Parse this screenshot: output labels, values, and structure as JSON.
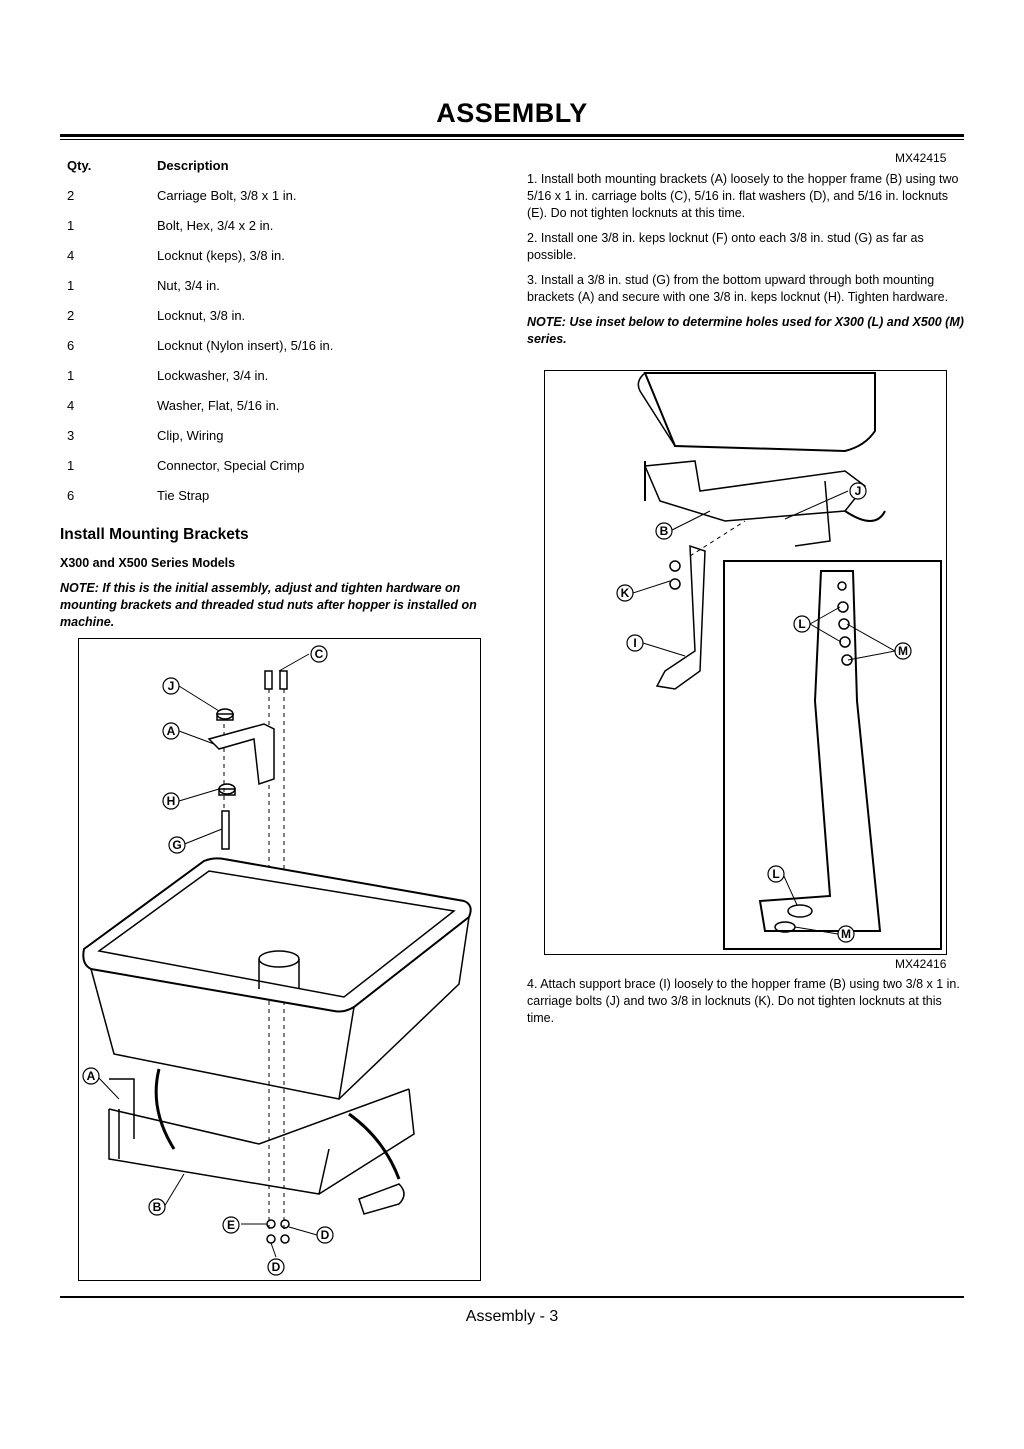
{
  "page": {
    "title": "ASSEMBLY",
    "footer": "Assembly - 3"
  },
  "parts_table": {
    "headers": {
      "qty": "Qty.",
      "description": "Description"
    },
    "rows": [
      {
        "qty": "2",
        "description": "Carriage Bolt, 3/8 x 1 in."
      },
      {
        "qty": "1",
        "description": "Bolt, Hex, 3/4 x 2 in."
      },
      {
        "qty": "4",
        "description": "Locknut (keps), 3/8 in."
      },
      {
        "qty": "1",
        "description": "Nut, 3/4 in."
      },
      {
        "qty": "2",
        "description": "Locknut, 3/8 in."
      },
      {
        "qty": "6",
        "description": "Locknut (Nylon insert), 5/16 in."
      },
      {
        "qty": "1",
        "description": "Lockwasher, 3/4 in."
      },
      {
        "qty": "4",
        "description": "Washer, Flat, 5/16 in."
      },
      {
        "qty": "3",
        "description": "Clip, Wiring"
      },
      {
        "qty": "1",
        "description": "Connector, Special Crimp"
      },
      {
        "qty": "6",
        "description": "Tie Strap"
      }
    ]
  },
  "section": {
    "heading": "Install Mounting Brackets",
    "subheading": "X300 and X500 Series Models",
    "note": "NOTE: If this is the initial assembly, adjust and tighten hardware on mounting brackets and threaded stud nuts after hopper is installed on machine."
  },
  "figure_left": {
    "id": "MX42415",
    "callouts": [
      "C",
      "J",
      "A",
      "H",
      "G",
      "A",
      "B",
      "E",
      "D",
      "D"
    ]
  },
  "steps": {
    "step1": "1. Install both mounting brackets (A) loosely to the hopper frame (B) using two 5/16 x 1 in. carriage bolts (C), 5/16 in. flat washers (D), and 5/16 in. locknuts (E). Do not tighten locknuts at this time.",
    "step2": "2. Install one 3/8 in. keps locknut (F) onto each 3/8 in. stud (G) as far as possible.",
    "step3": "3. Install a 3/8 in. stud (G) from the bottom upward through both mounting brackets (A) and secure with one 3/8 in. keps locknut (H). Tighten hardware.",
    "note": "NOTE: Use inset below to determine holes used for X300 (L) and X500 (M) series.",
    "step4": "4. Attach support brace (I) loosely to the hopper frame (B) using two 3/8 x 1 in. carriage bolts (J) and two 3/8 in locknuts (K). Do not tighten locknuts at this time."
  },
  "figure_right": {
    "id": "MX42416",
    "callouts": [
      "J",
      "B",
      "K",
      "I",
      "L",
      "M",
      "L",
      "M"
    ]
  }
}
